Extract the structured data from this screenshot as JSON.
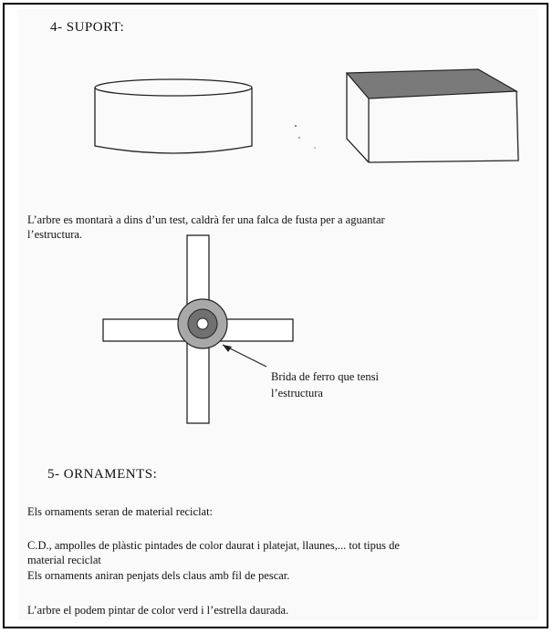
{
  "section4": {
    "heading": "4- SUPORT:",
    "paragraph_line1": "L’arbre es montarà a dins d’un test,  caldrà fer una falca de fusta per a aguantar",
    "paragraph_line2": "l’estructura.",
    "callout_line1": "Brida de ferro que tensi",
    "callout_line2": "l’estructura"
  },
  "section5": {
    "heading": "5- ORNAMENTS:",
    "line1": "Els ornaments seran de material reciclat:",
    "line2": "C.D., ampolles de plàstic pintades de color daurat i platejat, llaunes,... tot tipus de",
    "line3": "material reciclat",
    "line4": "Els ornaments aniran penjats dels claus amb fil de pescar.",
    "line5": "L’arbre el podem pintar de color verd i l’estrella daurada."
  }
}
